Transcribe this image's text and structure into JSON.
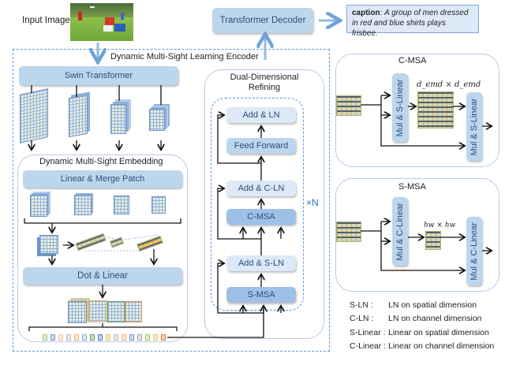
{
  "input": {
    "label": "Input Image",
    "image_alt": "photo of men in red and blue shirts playing frisbee on grass"
  },
  "decoder": {
    "label": "Transformer Decoder"
  },
  "caption": {
    "prefix": "caption",
    "sep": ": ",
    "text": "A group of men dressed in red and blue shirts plays frisbee."
  },
  "encoder": {
    "title": "Dynamic Multi-Sight Learning Encoder"
  },
  "swin": {
    "label": "Swin Transformer"
  },
  "embedding": {
    "title": "Dynamic Multi-Sight Embedding",
    "merge_label": "Linear & Merge Patch",
    "dot_label": "Dot & Linear"
  },
  "refining": {
    "title_line1": "Dual-Dimensional",
    "title_line2": "Refining",
    "blocks": [
      "Add & LN",
      "Feed Forward",
      "Add & C-LN",
      "C-MSA",
      "Add & S-LN",
      "S-MSA"
    ],
    "repeat": "×N"
  },
  "cmsa": {
    "title": "C-MSA",
    "block1": "Mul & S-Linear",
    "block2": "Mul & S-Linear",
    "matrix_label": "d_emd × d_emd"
  },
  "smsa": {
    "title": "S-MSA",
    "block1": "Mul & C-Linear",
    "block2": "Mul & C-Linear",
    "matrix_label": "hw × hw"
  },
  "legend": [
    {
      "term": "S-LN :",
      "desc": "LN on spatial dimension"
    },
    {
      "term": "C-LN :",
      "desc": "LN on channel dimension"
    },
    {
      "term": "S-Linear :",
      "desc": "Linear on spatial dimension"
    },
    {
      "term": "C-Linear :",
      "desc": "Linear on channel dimension"
    }
  ],
  "colors": {
    "block": "#bcd6ee",
    "block_light": "#dde9f7",
    "block_mid": "#9fc0e6",
    "dashed_border": "#5b9bd5",
    "panel_border": "#b7cbe6",
    "block_text": "#2e4d7a"
  }
}
